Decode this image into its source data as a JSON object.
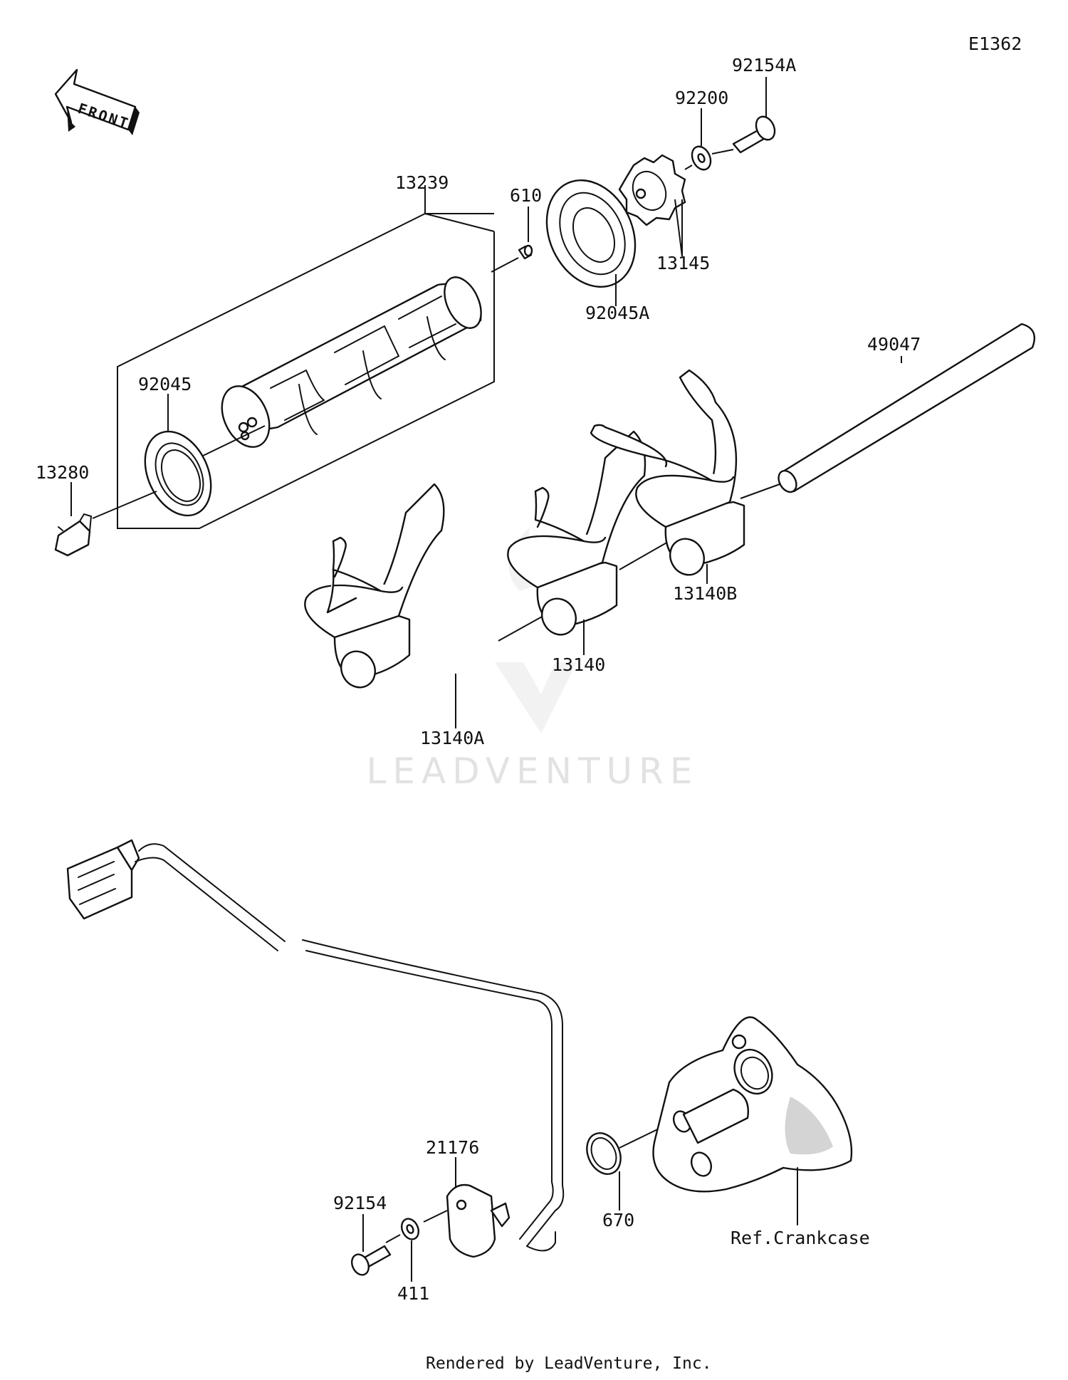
{
  "diagram_id": "E1362",
  "front_arrow_text": "FRONT",
  "watermark": "LEADVENTURE",
  "footer": "Rendered by LeadVenture, Inc.",
  "parts": {
    "p92154A": "92154A",
    "p92200": "92200",
    "p13239": "13239",
    "p610": "610",
    "p13145": "13145",
    "p92045A": "92045A",
    "p49047": "49047",
    "p92045": "92045",
    "p13280": "13280",
    "p13140B": "13140B",
    "p13140": "13140",
    "p13140A": "13140A",
    "p21176": "21176",
    "p92154": "92154",
    "p670": "670",
    "p411": "411",
    "ref_crankcase": "Ref.Crankcase"
  }
}
